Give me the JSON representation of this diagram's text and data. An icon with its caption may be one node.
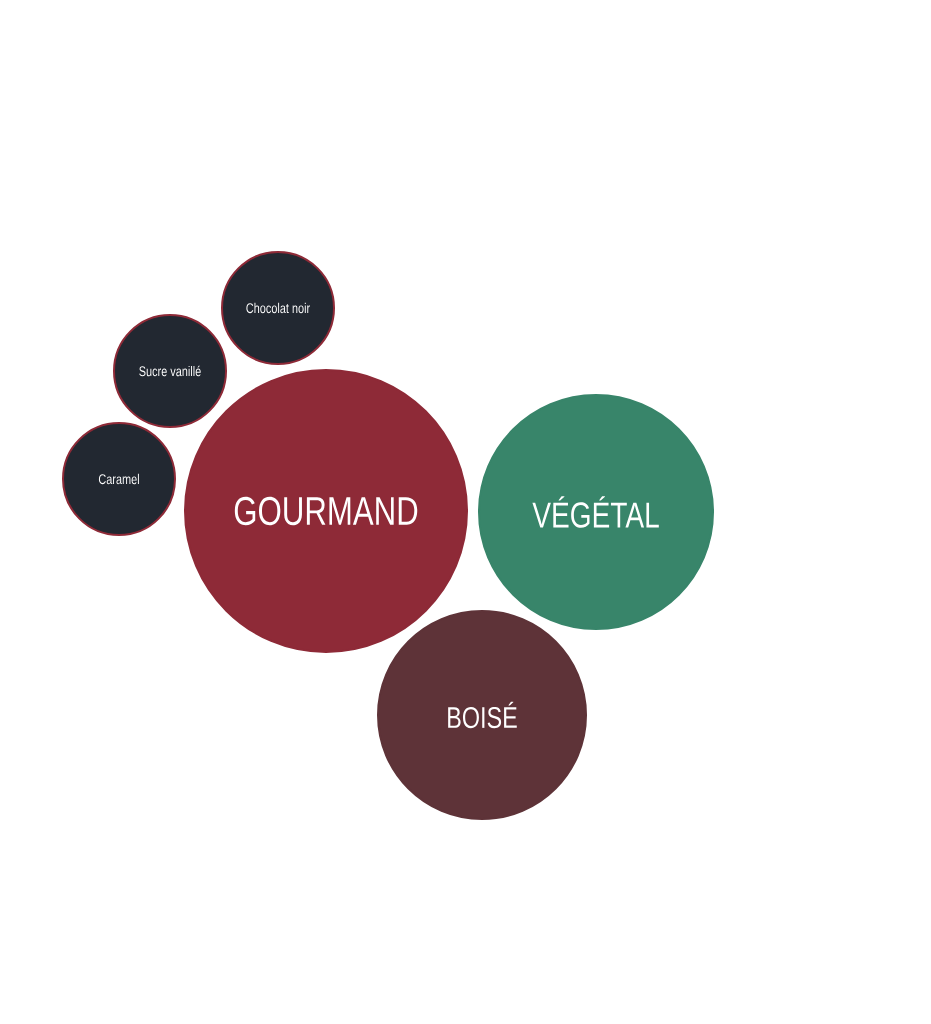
{
  "diagram": {
    "nodes": [
      {
        "text": [
          "Chocolat noir"
        ]
      },
      {
        "text": [
          "Sucre vanillé"
        ]
      },
      {
        "text": [
          "Caramel"
        ]
      },
      {
        "text": [
          "GOURMAND"
        ]
      },
      {
        "text": [
          "VÉGÉTAL"
        ]
      },
      {
        "text": [
          "BOISÉ"
        ]
      }
    ]
  }
}
